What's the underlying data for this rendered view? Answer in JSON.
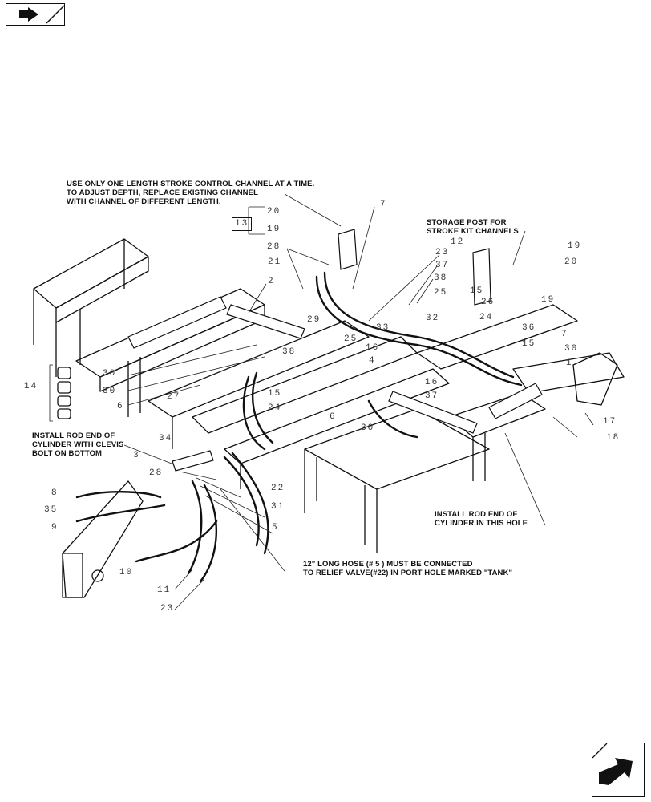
{
  "nav": {
    "prev_icon": "arrow-back-icon",
    "next_icon": "arrow-forward-icon"
  },
  "notes": {
    "stroke_control": "USE ONLY ONE LENGTH STROKE CONTROL CHANNEL AT A TIME.\nTO ADJUST DEPTH, REPLACE EXISTING CHANNEL\nWITH CHANNEL OF DIFFERENT LENGTH.",
    "storage_post": "STORAGE POST FOR\nSTROKE KIT CHANNELS",
    "install_clevis": "INSTALL ROD END OF\nCYLINDER WITH CLEVIS\nBOLT ON BOTTOM",
    "install_hole": "INSTALL ROD END OF\nCYLINDER IN THIS HOLE",
    "hose_note": "12\" LONG HOSE (# 5 ) MUST BE CONNECTED\nTO RELIEF VALVE(#22) IN PORT HOLE MARKED \"TANK\""
  },
  "callouts": {
    "c7a": "7",
    "c20a": "20",
    "c19a": "19",
    "c13": "13",
    "c12": "12",
    "c19b": "19",
    "c20b": "20",
    "c19c": "19",
    "c28a": "28",
    "c21": "21",
    "c2": "2",
    "c23a": "23",
    "c37a": "37",
    "c38a": "38",
    "c25a": "25",
    "c15a": "15",
    "c26": "26",
    "c32": "32",
    "c24a": "24",
    "c36": "36",
    "c15b": "15",
    "c7b": "7",
    "c30a": "30",
    "c1": "1",
    "c29": "29",
    "c33": "33",
    "c25b": "25",
    "c16a": "16",
    "c4": "4",
    "c38b": "38",
    "c16b": "16",
    "c37b": "37",
    "c30b": "30",
    "c30c": "30",
    "c27": "27",
    "c6a": "6",
    "c15c": "15",
    "c24b": "24",
    "c6b": "6",
    "c30d": "30",
    "c14": "14",
    "c17": "17",
    "c18": "18",
    "c34": "34",
    "c3": "3",
    "c28b": "28",
    "c22": "22",
    "c31": "31",
    "c8": "8",
    "c35": "35",
    "c9": "9",
    "c5": "5",
    "c10": "10",
    "c11": "11",
    "c23b": "23"
  }
}
